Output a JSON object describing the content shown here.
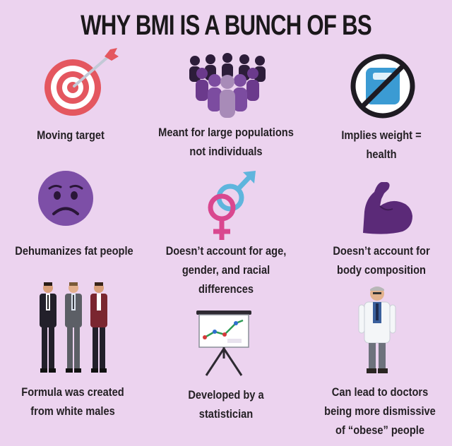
{
  "title": "WHY BMI IS A BUNCH OF BS",
  "items": [
    {
      "icon": "target-icon",
      "lines": [
        "Moving target"
      ]
    },
    {
      "icon": "crowd-icon",
      "lines": [
        "Meant for large populations",
        "not individuals"
      ]
    },
    {
      "icon": "no-scale-icon",
      "lines": [
        "Implies weight =",
        "health"
      ]
    },
    {
      "icon": "sad-face-icon",
      "lines": [
        "Dehumanizes fat people"
      ]
    },
    {
      "icon": "gender-symbols-icon",
      "lines": [
        "Doesn’t account for age,",
        "gender, and racial",
        "differences"
      ]
    },
    {
      "icon": "flexed-bicep-icon",
      "lines": [
        "Doesn’t account for",
        "body composition"
      ]
    },
    {
      "icon": "three-men-icon",
      "lines": [
        "Formula was created",
        "from white males"
      ]
    },
    {
      "icon": "presentation-board-icon",
      "lines": [
        "Developed by a",
        "statistician"
      ]
    },
    {
      "icon": "doctor-icon",
      "lines": [
        "Can lead to doctors",
        "being more dismissive",
        "of “obese” people"
      ]
    }
  ],
  "colors": {
    "background": "#ecd3ef",
    "text": "#231f23",
    "target_red": "#e4575f",
    "purple": "#5b2a78",
    "scale_blue": "#3b9bd3",
    "gender_blue": "#5fb5dd",
    "gender_pink": "#d9478f"
  }
}
